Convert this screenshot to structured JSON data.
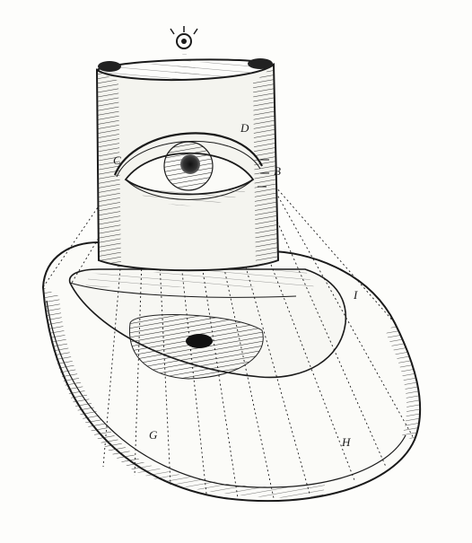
{
  "figure": {
    "labels": {
      "c": "C",
      "d": "D",
      "b": "B",
      "i": "I",
      "g": "G",
      "h": "H"
    },
    "colors": {
      "ink": "#1a1a1a",
      "paper": "#fdfdfb",
      "shadow": "#3a3a3a"
    }
  }
}
